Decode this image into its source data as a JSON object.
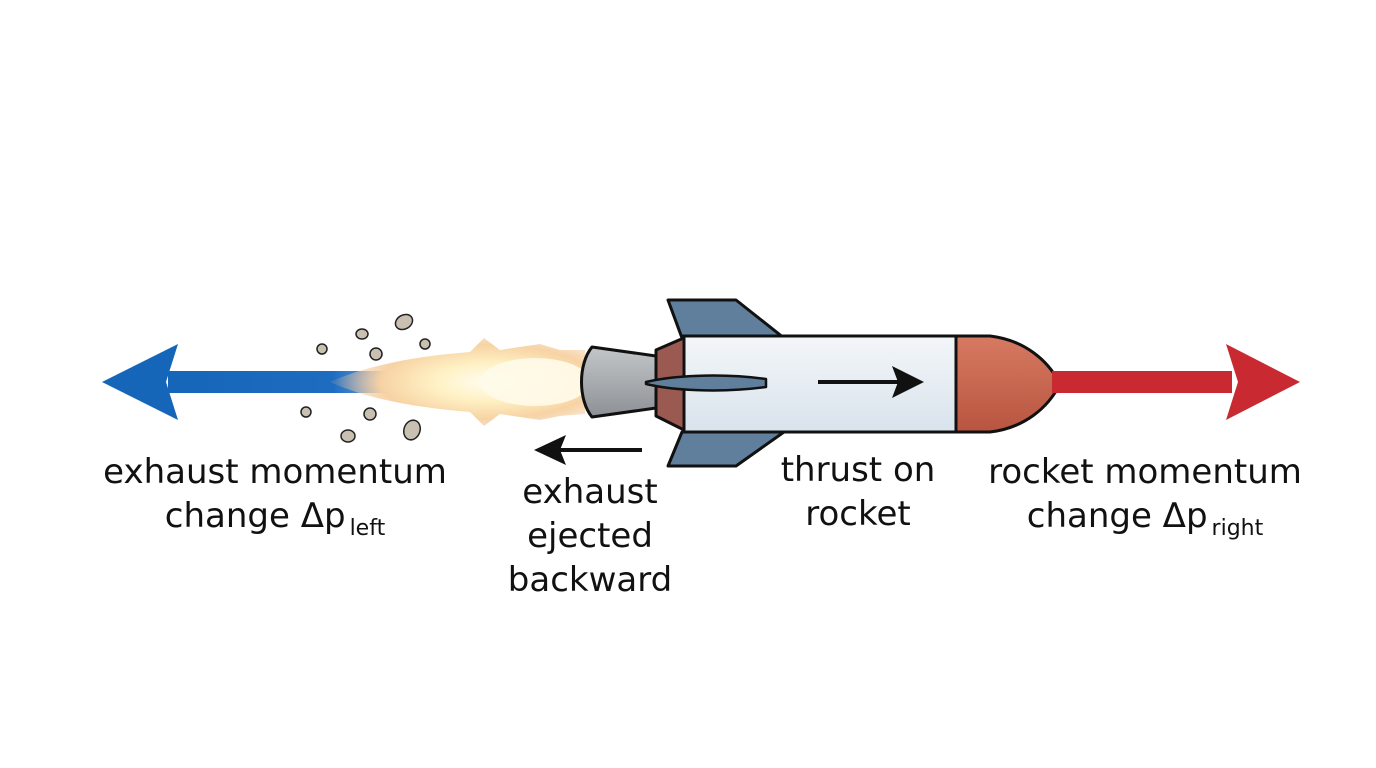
{
  "labels": {
    "exhaust_momentum": {
      "line1": "exhaust momentum",
      "line2": "change Δp",
      "subscript": "left"
    },
    "exhaust_ejected": {
      "line1": "exhaust",
      "line2": "ejected",
      "line3": "backward"
    },
    "thrust": {
      "line1": "thrust on",
      "line2": "rocket"
    },
    "rocket_momentum": {
      "line1": "rocket momentum",
      "line2": "change Δp",
      "subscript": "right"
    }
  },
  "colors": {
    "exhaust_arrow": "#1565b8",
    "rocket_arrow": "#c92a32",
    "rocket_body": "#e4ebf2",
    "rocket_nose": "#c96650",
    "fins": "#5f7f9c",
    "nozzle": "#a9adb1",
    "outline": "#111111"
  }
}
